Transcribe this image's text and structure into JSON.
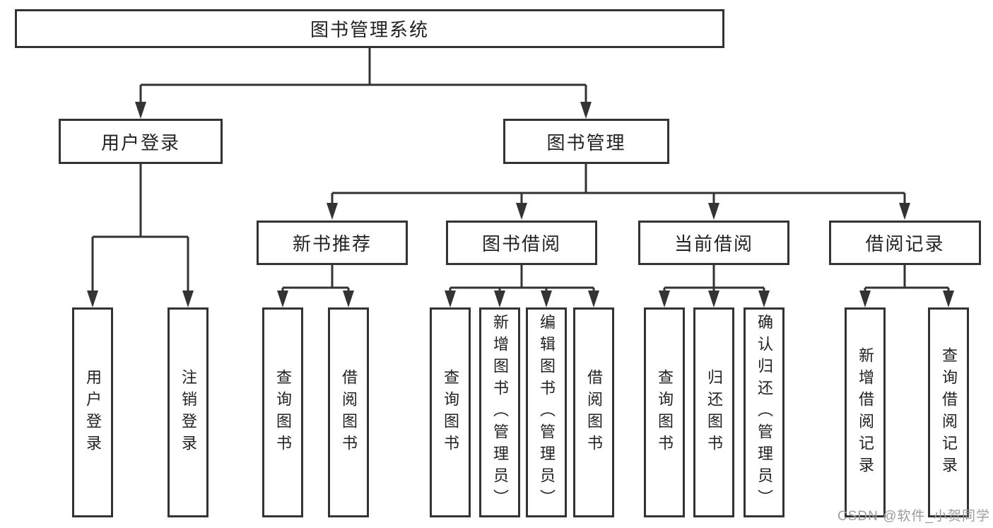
{
  "diagram": {
    "root": "图书管理系统",
    "branches": [
      {
        "label": "用户登录",
        "children": [
          "用户登录",
          "注销登录"
        ]
      },
      {
        "label": "图书管理",
        "modules": [
          {
            "label": "新书推荐",
            "children": [
              "查询图书",
              "借阅图书"
            ]
          },
          {
            "label": "图书借阅",
            "children": [
              "查询图书",
              "新增图书（管理员）",
              "编辑图书（管理员）",
              "借阅图书"
            ]
          },
          {
            "label": "当前借阅",
            "children": [
              "查询图书",
              "归还图书",
              "确认归还（管理员）"
            ]
          },
          {
            "label": "借阅记录",
            "children": [
              "新增借阅记录",
              "查询借阅记录"
            ]
          }
        ]
      }
    ]
  },
  "colors": {
    "line": "#333333",
    "box_border": "#333333",
    "text": "#222222",
    "watermark": "#9c9c9c",
    "background": "#ffffff"
  },
  "watermark": "CSDN @软件_小贺同学"
}
